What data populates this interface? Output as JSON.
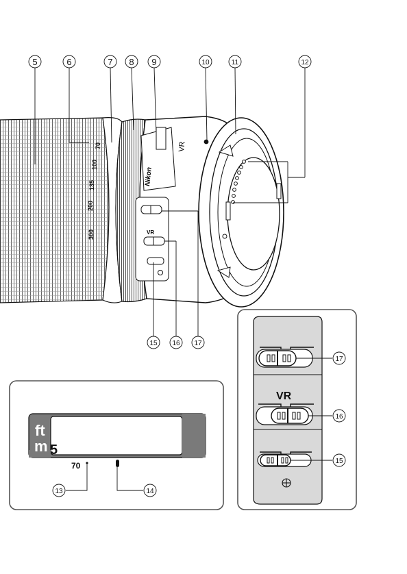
{
  "callouts": {
    "c5": "5",
    "c6": "6",
    "c7": "7",
    "c8": "8",
    "c9": "9",
    "c10": "10",
    "c11": "11",
    "c12": "12",
    "c13": "13",
    "c14": "14",
    "c15": "15",
    "c16": "16",
    "c17": "17",
    "inset_c17": "17",
    "inset_c16": "16",
    "inset_c15": "15"
  },
  "zoom_scale": {
    "z70": "70",
    "z100": "100",
    "z135": "135",
    "z200": "200",
    "z300": "300"
  },
  "lens_label": {
    "brand": "Nikon",
    "vr_mark": "VR",
    "vr_switch_label": "VR"
  },
  "inset": {
    "vr_label": "VR"
  },
  "distance_window": {
    "unit_ft": "ft",
    "unit_m": "m",
    "partial_digit": "5",
    "focal_mark": "70"
  },
  "colors": {
    "line": "#111111",
    "panel_gray": "#d9d9d9",
    "window_dark": "#7a7a7a"
  }
}
